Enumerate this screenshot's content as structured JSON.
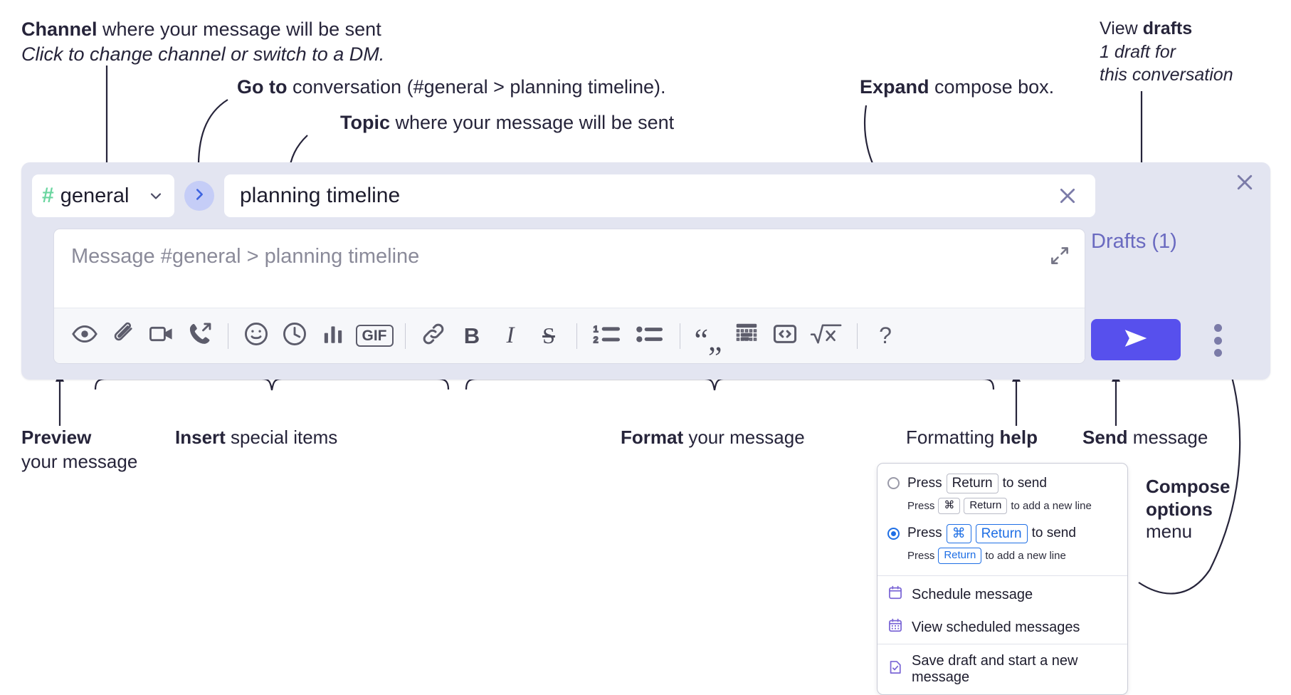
{
  "annotations": {
    "channel": {
      "bold": "Channel",
      "rest": " where your message will be sent",
      "italic": "Click to change channel or switch to a DM."
    },
    "goto": {
      "bold": "Go to",
      "rest": " conversation (#general > planning timeline)."
    },
    "topic": {
      "bold": "Topic",
      "rest": " where your message will be sent"
    },
    "expand": {
      "bold": "Expand",
      "rest": " compose box."
    },
    "drafts": {
      "lead": "View ",
      "bold": "drafts",
      "italic1": "1 draft for",
      "italic2": "this conversation"
    },
    "preview": {
      "bold": "Preview",
      "line2": "your message"
    },
    "insert": {
      "bold": "Insert",
      "rest": " special items"
    },
    "format": {
      "bold": "Format",
      "rest": " your message"
    },
    "help": {
      "lead": "Formatting ",
      "bold": "help"
    },
    "send": {
      "bold": "Send",
      "rest": " message"
    },
    "composeOptions": {
      "bold1": "Compose",
      "bold2": "options",
      "rest": "menu"
    }
  },
  "compose": {
    "channel": {
      "hash": "#",
      "name": "general",
      "caret_icon": "chevron-down-icon"
    },
    "goto_icon": "chevron-right-icon",
    "topic": {
      "value": "planning timeline",
      "clear_icon": "close-icon"
    },
    "message": {
      "placeholder": "Message #general > planning timeline",
      "value": ""
    },
    "expand_icon": "expand-arrows-icon",
    "panel_close_icon": "close-icon",
    "drafts_label": "Drafts (1)",
    "send_icon": "send-paper-plane-icon",
    "kebab_icon": "more-vertical-icon",
    "accent_send": "#5750ed",
    "accent_panel": "#e3e5f1",
    "accent_hash": "#6bd6a0",
    "accent_drafts_text": "#6a6ac0"
  },
  "toolbar": {
    "groups": [
      {
        "name": "preview",
        "items": [
          {
            "name": "preview-eye-icon",
            "label": ""
          }
        ]
      },
      {
        "name": "insert",
        "items": [
          {
            "name": "attachment-paperclip-icon",
            "label": ""
          },
          {
            "name": "video-camera-icon",
            "label": ""
          },
          {
            "name": "phone-call-icon",
            "label": ""
          }
        ]
      },
      {
        "name": "insert2",
        "items": [
          {
            "name": "emoji-smiley-icon",
            "label": ""
          },
          {
            "name": "clock-icon",
            "label": ""
          },
          {
            "name": "poll-bar-chart-icon",
            "label": ""
          },
          {
            "name": "gif-icon",
            "label": "GIF"
          }
        ]
      },
      {
        "name": "format",
        "items": [
          {
            "name": "link-icon",
            "label": ""
          },
          {
            "name": "bold-icon",
            "label": "B"
          },
          {
            "name": "italic-icon",
            "label": "I"
          },
          {
            "name": "strikethrough-icon",
            "label": "S"
          }
        ]
      },
      {
        "name": "format2",
        "items": [
          {
            "name": "ordered-list-icon",
            "label": ""
          },
          {
            "name": "bulleted-list-icon",
            "label": ""
          }
        ]
      },
      {
        "name": "format3",
        "items": [
          {
            "name": "blockquote-icon",
            "label": ""
          },
          {
            "name": "code-block-icon",
            "label": ""
          },
          {
            "name": "inline-code-icon",
            "label": ""
          },
          {
            "name": "math-latex-icon",
            "label": ""
          }
        ]
      },
      {
        "name": "help",
        "items": [
          {
            "name": "help-question-icon",
            "label": "?"
          }
        ]
      }
    ]
  },
  "dropdown": {
    "options": [
      {
        "selected": false,
        "main_pre": "Press",
        "main_keys": [
          "Return"
        ],
        "main_post": "to send",
        "sub_pre": "Press",
        "sub_keys": [
          "⌘",
          "Return"
        ],
        "sub_post": "to add a new line"
      },
      {
        "selected": true,
        "main_pre": "Press",
        "main_keys": [
          "⌘",
          "Return"
        ],
        "main_post": "to send",
        "sub_pre": "Press",
        "sub_keys": [
          "Return"
        ],
        "sub_post": "to add a new line"
      }
    ],
    "items": [
      {
        "icon": "calendar-schedule-icon",
        "label": "Schedule message"
      },
      {
        "icon": "calendar-grid-icon",
        "label": "View scheduled messages"
      },
      {
        "icon": "file-check-icon",
        "label": "Save draft and start a new message"
      }
    ],
    "accent_selected": "#1f6fe5",
    "accent_icon": "#7b66d6"
  }
}
